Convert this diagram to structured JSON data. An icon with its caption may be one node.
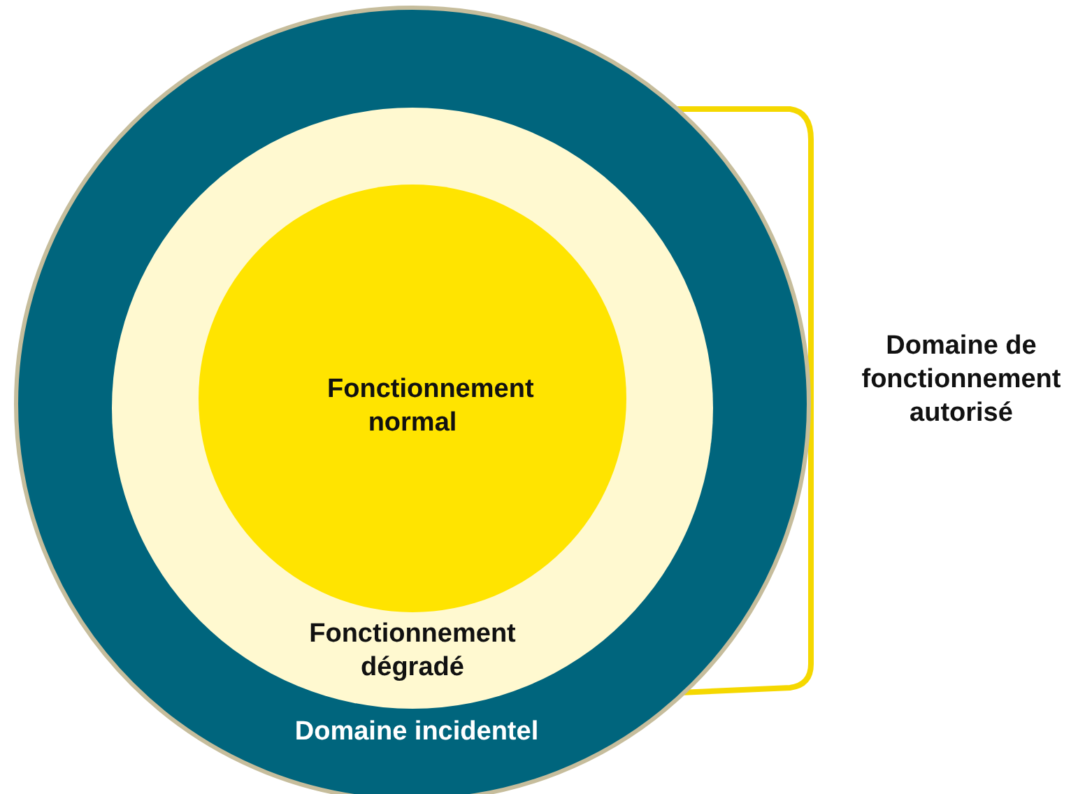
{
  "diagram": {
    "nodes": [
      {
        "text": [
          "Domaine incidentel"
        ]
      },
      {
        "text": [
          "Fonctionnement dégradé"
        ],
        "in": 0
      },
      {
        "text": [
          "Fonctionnement normal"
        ],
        "in": 1
      }
    ],
    "labels": [
      "Domaine de fonctionnement autorisé"
    ]
  }
}
